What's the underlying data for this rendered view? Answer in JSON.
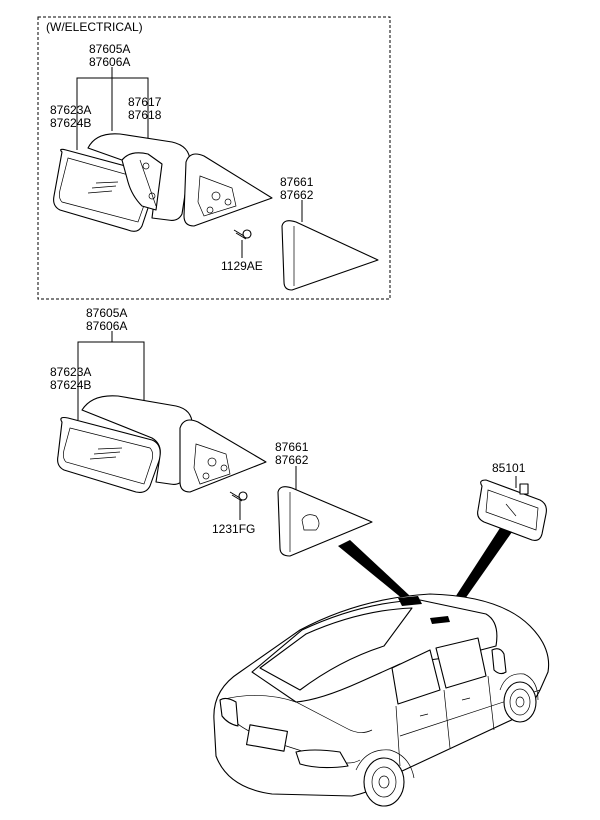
{
  "box_title": "(W/ELECTRICAL)",
  "upper": {
    "mirror_assy_1": "87605A",
    "mirror_assy_2": "87606A",
    "glass_1": "87623A",
    "glass_2": "87624B",
    "actuator_1": "87617",
    "actuator_2": "87618",
    "cover_1": "87661",
    "cover_2": "87662",
    "screw": "1129AE"
  },
  "lower": {
    "mirror_assy_1": "87605A",
    "mirror_assy_2": "87606A",
    "glass_1": "87623A",
    "glass_2": "87624B",
    "cover_1": "87661",
    "cover_2": "87662",
    "screw": "1231FG",
    "inside_mirror": "85101"
  }
}
